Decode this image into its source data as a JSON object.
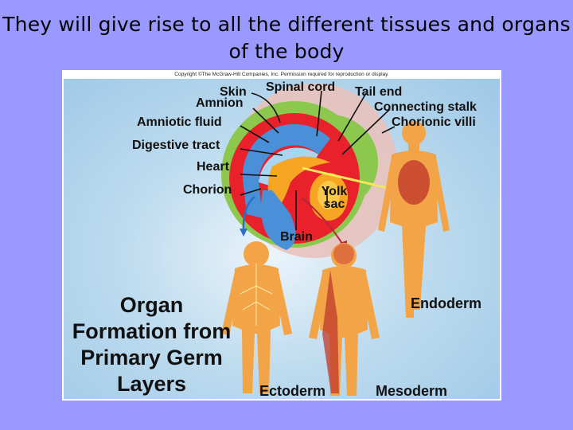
{
  "slide": {
    "title": "They will give rise to all the different tissues and organs of the body",
    "background_color": "#9999ff"
  },
  "figure": {
    "copyright": "Copyright ©The McGraw-Hill Companies, Inc. Permission required for reproduction or display.",
    "main_label": "Organ Formation from Primary Germ Layers",
    "embryo_labels": {
      "skin": "Skin",
      "spinal_cord": "Spinal cord",
      "tail_end": "Tail end",
      "amnion": "Amnion",
      "connecting_stalk": "Connecting stalk",
      "amniotic_fluid": "Amniotic fluid",
      "chorionic_villi": "Chorionic villi",
      "digestive_tract": "Digestive tract",
      "heart": "Heart",
      "chorion": "Chorion",
      "yolk_sac": "Yolk sac",
      "brain": "Brain"
    },
    "germ_layers": {
      "endoderm": "Endoderm",
      "ectoderm": "Ectoderm",
      "mesoderm": "Mesoderm"
    },
    "colors": {
      "ectoderm_blue": "#4a90d9",
      "mesoderm_red": "#e8212b",
      "endoderm_yellow": "#f6a623",
      "chorion_green": "#7cc24a",
      "body_orange": "#f2a447",
      "panel_blue": "#a9d0ec"
    }
  }
}
